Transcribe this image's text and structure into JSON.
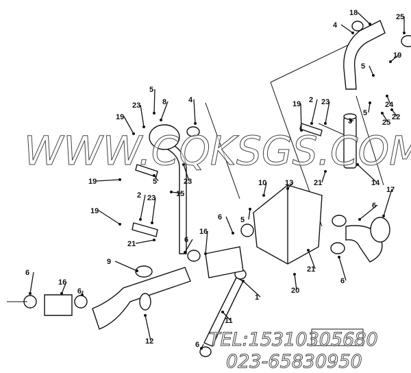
{
  "diagram": {
    "callouts": [
      "18",
      "25",
      "4",
      "19",
      "5",
      "24",
      "22",
      "25",
      "5",
      "3",
      "2",
      "23",
      "19",
      "21",
      "14",
      "13",
      "10",
      "5",
      "8",
      "4",
      "23",
      "19",
      "19",
      "23",
      "15",
      "5",
      "19",
      "2",
      "23",
      "21",
      "6",
      "16",
      "6",
      "5",
      "17",
      "6",
      "9",
      "21",
      "6",
      "20",
      "1",
      "11",
      "6",
      "16",
      "6",
      "12",
      "6"
    ]
  },
  "watermark": {
    "website": "WWW.CQKSGS.COM",
    "phone": "TEL:15310305680",
    "phone2": "023-65830950"
  }
}
